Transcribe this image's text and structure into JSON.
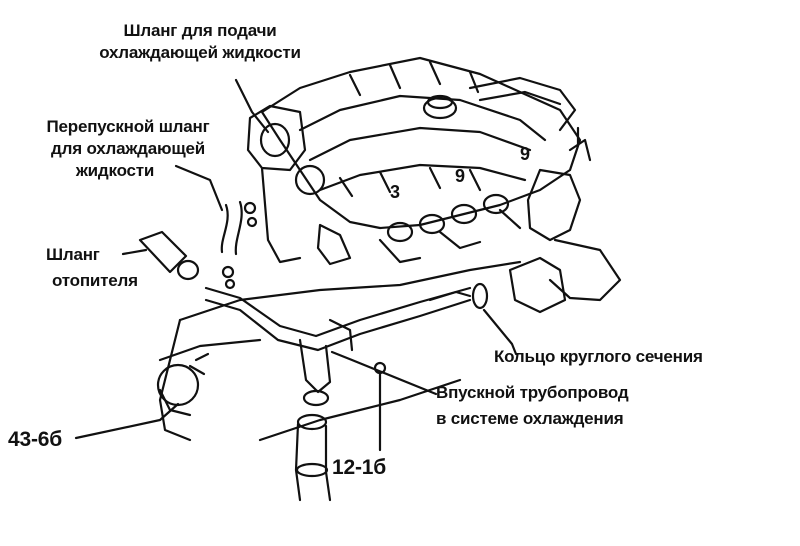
{
  "labels": {
    "coolant_supply_hose": [
      "Шланг для подачи",
      "охлаждающей жидкости"
    ],
    "coolant_bypass_hose": [
      "Перепускной шланг",
      "для охлаждающей",
      "жидкости"
    ],
    "heater_hose": [
      "Шланг",
      "отопителя"
    ],
    "o_ring": "Кольцо круглого сечения",
    "coolant_inlet_pipe": [
      "Впускной трубопровод",
      "в системе охлаждения"
    ],
    "torque_left": "43-6б",
    "torque_bottom": "12-1б"
  }
}
